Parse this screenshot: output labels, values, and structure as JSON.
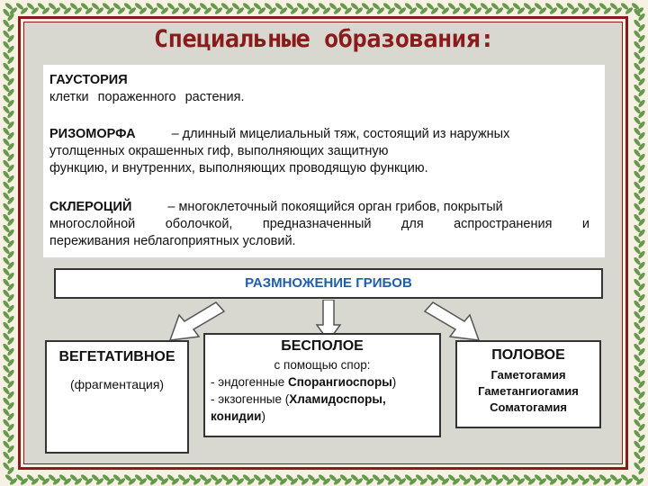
{
  "title": "Специальные образования:",
  "definitions": {
    "haustoria_term": "ГАУСТОРИЯ",
    "haustoria_text": "клетки пораженного растения.",
    "rhizomorph_term": "РИЗОМОРФА",
    "rhizomorph_line1": "– длинный мицелиальный тяж, состоящий из наружных",
    "rhizomorph_line2": "утолщенных окрашенных гиф, выполняющих защитную",
    "rhizomorph_line3": "функцию, и внутренних, выполняющих проводящую функцию.",
    "sclerotium_term": "СКЛЕРОЦИЙ",
    "sclerotium_line1": "– многоклеточный покоящийся орган грибов, покрытый",
    "sclerotium_line2": "многослойной оболочкой, предназначенный для аспространения и",
    "sclerotium_line3": "переживания неблагоприятных условий."
  },
  "header": "РАЗМНОЖЕНИЕ ГРИБОВ",
  "vegetative": {
    "title": "ВЕГЕТАТИВНОЕ",
    "subtitle": "(фрагментация)"
  },
  "asexual": {
    "title": "БЕСПОЛОЕ",
    "line1": "с помощью спор:",
    "line2_prefix": "- эндогенные ",
    "line2_bold": "Спорангиоспоры",
    "line2_suffix": ")",
    "line3_prefix": "- экзогенные (",
    "line3_bold": "Хламидоспоры,",
    "line4_bold": "конидии",
    "line4_suffix": ")"
  },
  "sexual": {
    "title": "ПОЛОВОЕ",
    "items": [
      "Гаметогамия",
      "Гаметангиогамия",
      "Соматогамия"
    ]
  },
  "colors": {
    "frame_red": "#8b1a1a",
    "header_blue": "#1f5fa8",
    "leaf_green": "#3f7a2a"
  }
}
